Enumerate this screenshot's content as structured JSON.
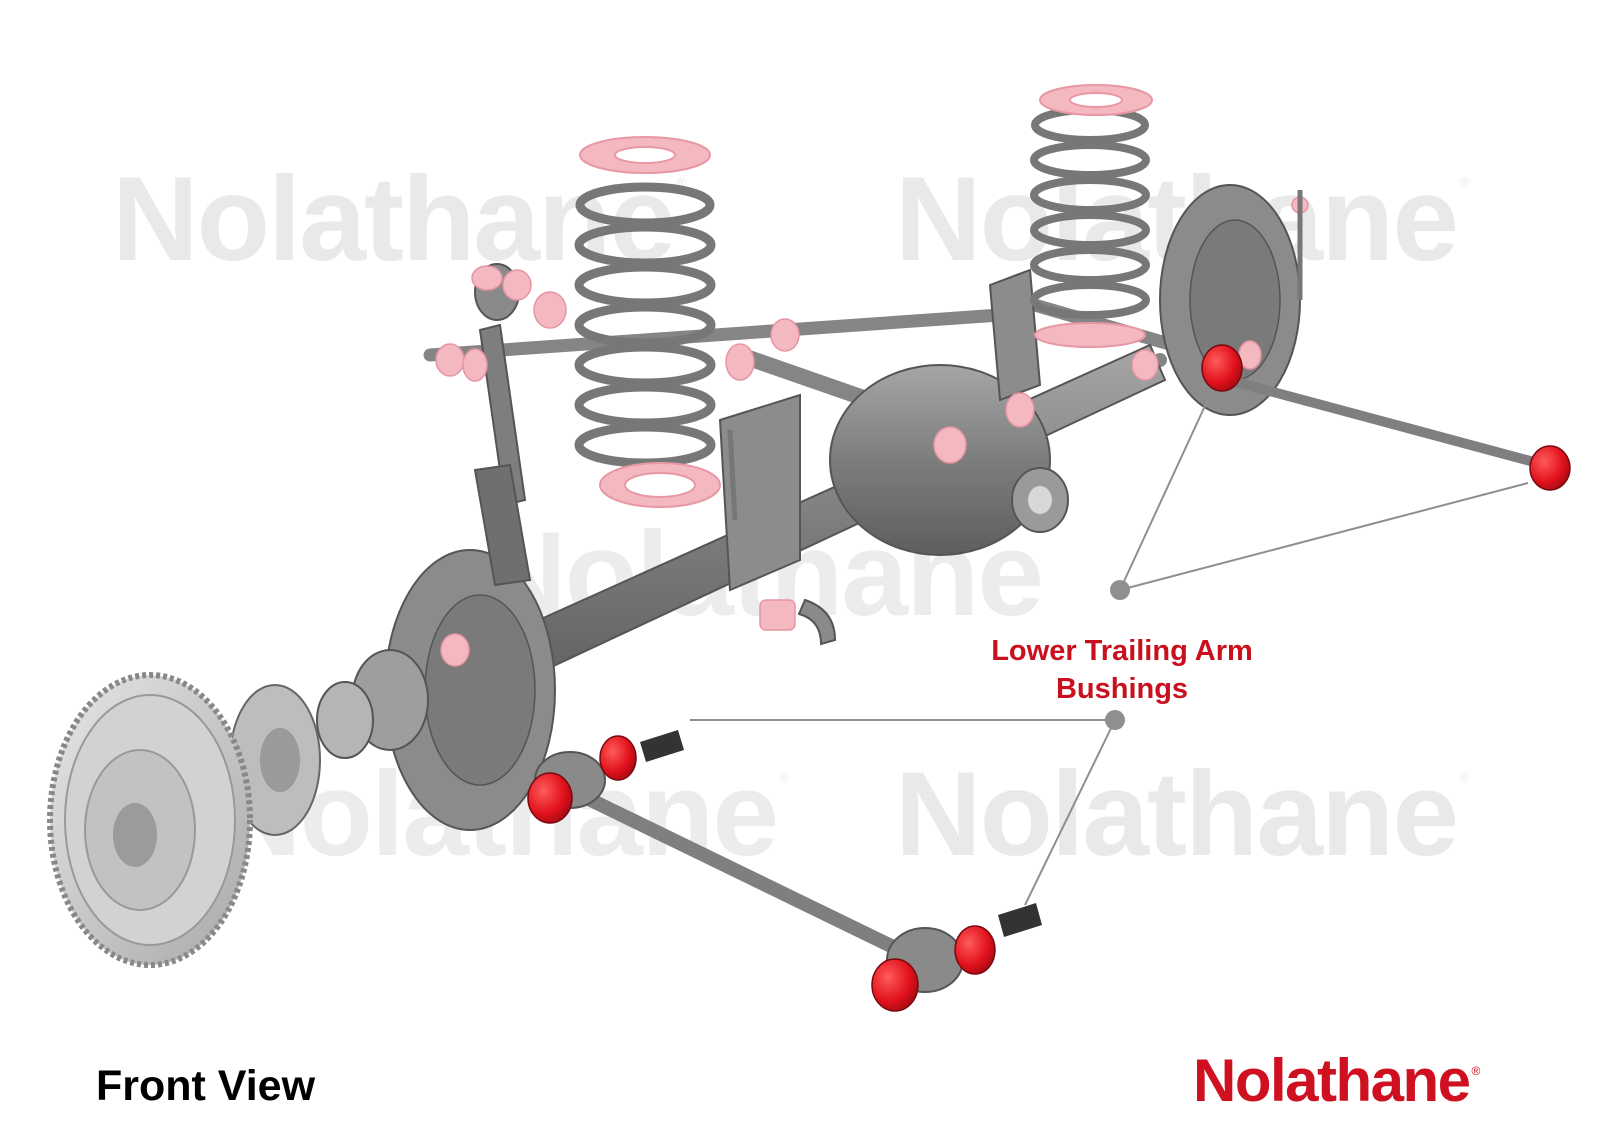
{
  "watermark": {
    "text": "Nolathane",
    "mark": "®"
  },
  "callout": {
    "line1": "Lower Trailing Arm",
    "line2": "Bushings"
  },
  "view_label": "Front View",
  "brand": {
    "name": "Nolathane",
    "mark": "®",
    "color": "#cf1020"
  },
  "colors": {
    "callout": "#c8101e",
    "highlight_bushing": "#e0101c",
    "other_bushing": "#f4b8c0",
    "metal": "#8a8a8a",
    "disc": "#c9c9c9"
  }
}
